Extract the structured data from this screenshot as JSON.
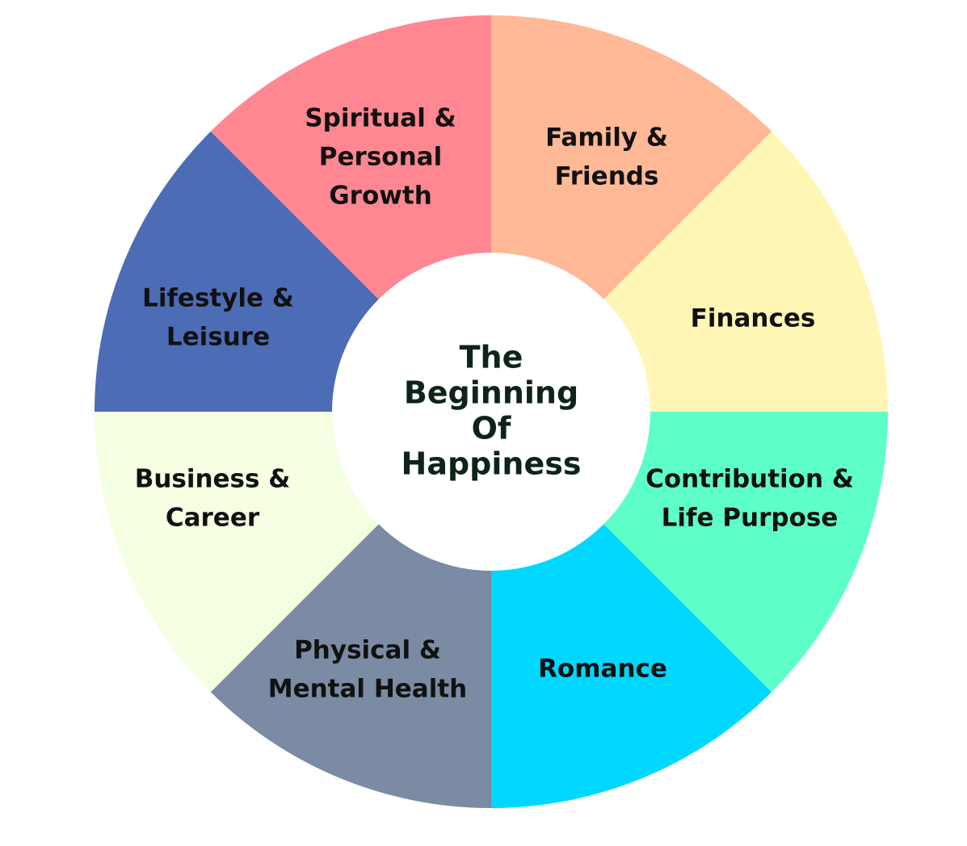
{
  "diagram": {
    "center": {
      "lines": [
        "The",
        "Beginning",
        "Of",
        "Happiness"
      ]
    },
    "segments": [
      {
        "id": "family-friends",
        "lines": [
          "Family &",
          "Friends"
        ],
        "color": "#ffb997"
      },
      {
        "id": "finances",
        "lines": [
          "Finances"
        ],
        "color": "#fff6b6"
      },
      {
        "id": "contribution-life-purpose",
        "lines": [
          "Contribution &",
          "Life Purpose"
        ],
        "color": "#5effc7"
      },
      {
        "id": "romance",
        "lines": [
          "Romance"
        ],
        "color": "#00d7ff"
      },
      {
        "id": "physical-mental-health",
        "lines": [
          "Physical &",
          "Mental Health"
        ],
        "color": "#7a8ba3"
      },
      {
        "id": "business-career",
        "lines": [
          "Business &",
          "Career"
        ],
        "color": "#f5ffe1"
      },
      {
        "id": "lifestyle-leisure",
        "lines": [
          "Lifestyle &",
          "Leisure"
        ],
        "color": "#4c6cb5"
      },
      {
        "id": "spiritual-personal-growth",
        "lines": [
          "Spiritual &",
          "Personal",
          "Growth"
        ],
        "color": "#ff8792"
      }
    ]
  }
}
